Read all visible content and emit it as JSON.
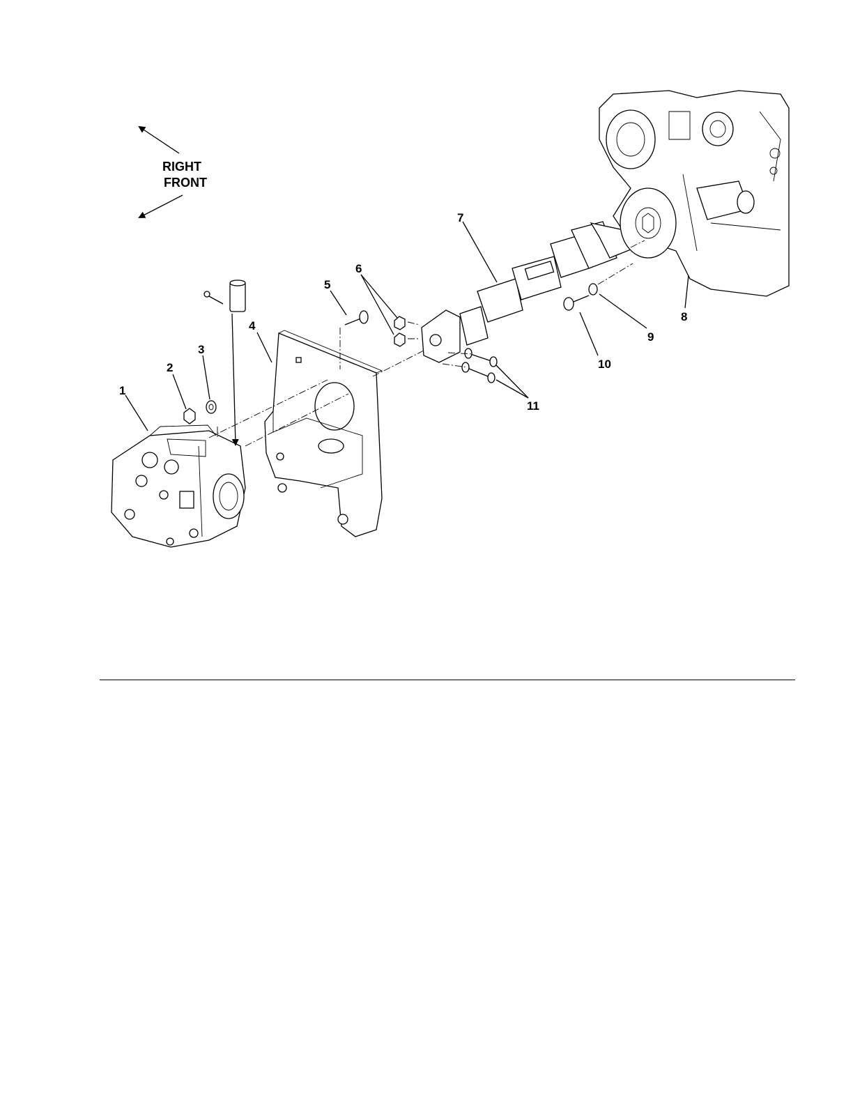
{
  "orientation": {
    "right": "RIGHT",
    "front": "FRONT"
  },
  "callouts": [
    "1",
    "2",
    "3",
    "4",
    "5",
    "6",
    "7",
    "8",
    "9",
    "10",
    "11"
  ]
}
